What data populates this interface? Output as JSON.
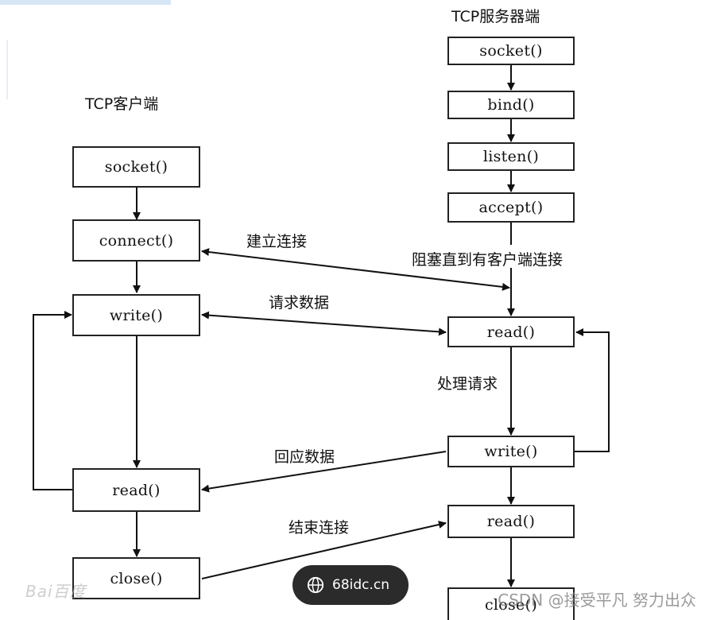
{
  "client": {
    "title": "TCP客户端",
    "socket": "socket()",
    "connect": "connect()",
    "write": "write()",
    "read": "read()",
    "close": "close()"
  },
  "server": {
    "title": "TCP服务器端",
    "socket": "socket()",
    "bind": "bind()",
    "listen": "listen()",
    "accept": "accept()",
    "read1": "read()",
    "write": "write()",
    "read2": "read()",
    "close": "close()"
  },
  "edges": {
    "establish": "建立连接",
    "block": "阻塞直到有客户端连接",
    "request": "请求数据",
    "process": "处理请求",
    "response": "回应数据",
    "end": "结束连接"
  },
  "overlay": {
    "pill_text": "68idc.cn",
    "csdn_watermark": "CSDN @接受平凡 努力出众",
    "baidu_watermark": "Bai百度"
  }
}
